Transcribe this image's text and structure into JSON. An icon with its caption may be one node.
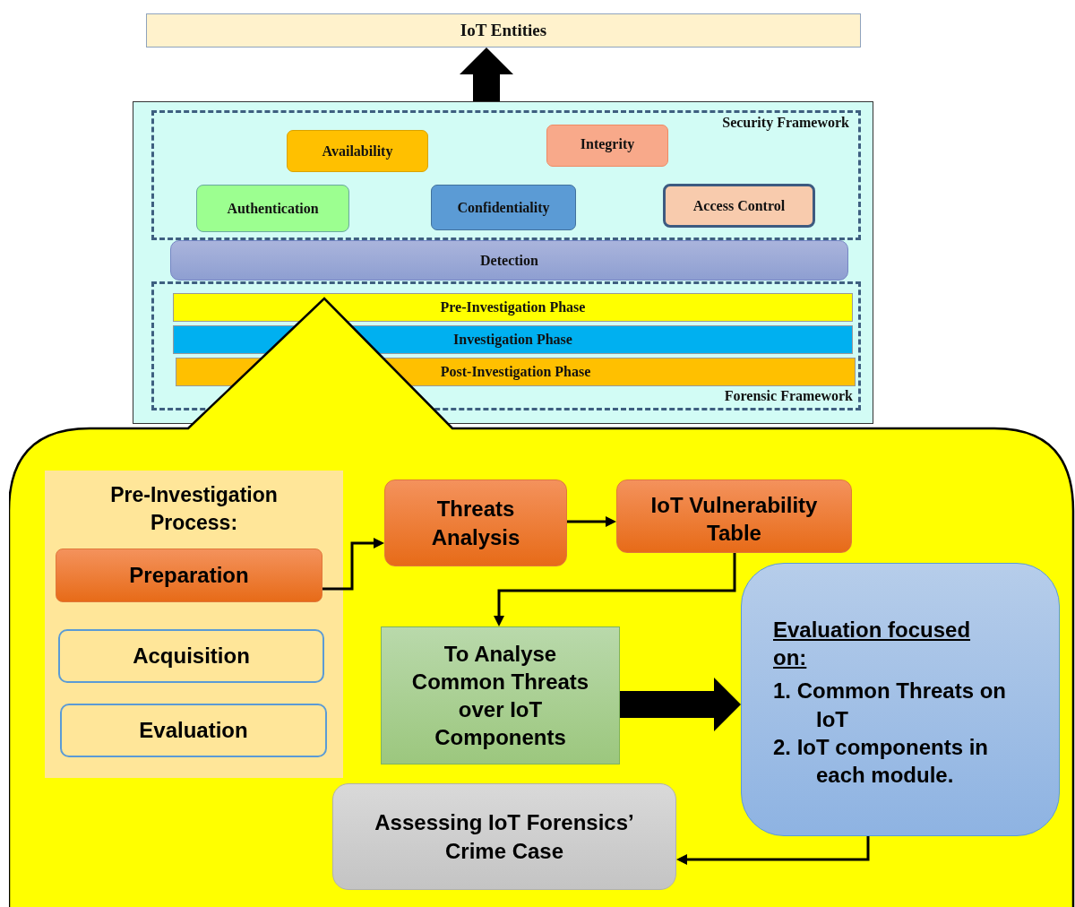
{
  "diagram": {
    "nodes": [
      {
        "text": [
          "IoT Entities"
        ]
      },
      {
        "text": [],
        "shape": "box"
      },
      {
        "text": [
          "Security Framework"
        ],
        "in": 1
      },
      {
        "text": [
          "Availability"
        ],
        "in": 2
      },
      {
        "text": [
          "Integrity"
        ],
        "in": 2
      },
      {
        "text": [
          "Authentication"
        ],
        "in": 2
      },
      {
        "text": [
          "Confidentiality"
        ],
        "in": 2
      },
      {
        "text": [
          "Access Control"
        ],
        "in": 2
      },
      {
        "text": [
          "Detection"
        ],
        "in": 1
      },
      {
        "text": [
          "Forensic Framework"
        ],
        "in": 1
      },
      {
        "text": [
          "Pre-Investigation Phase"
        ],
        "in": 9
      },
      {
        "text": [
          "Investigation Phase"
        ],
        "in": 9
      },
      {
        "text": [
          "Post-Investigation Phase"
        ],
        "in": 9
      },
      {
        "text": [],
        "shape": "callout"
      },
      {
        "text": [
          "Pre-Investigation Process:"
        ],
        "in": 13
      },
      {
        "text": [
          "Preparation"
        ],
        "in": 14
      },
      {
        "text": [
          "Acquisition"
        ],
        "in": 14
      },
      {
        "text": [
          "Evaluation"
        ],
        "in": 14
      },
      {
        "text": [
          "Threats Analysis"
        ],
        "in": 13
      },
      {
        "text": [
          "IoT Vulnerability Table"
        ],
        "in": 13
      },
      {
        "text": [
          "To Analyse Common Threats over IoT Components"
        ],
        "in": 13
      },
      {
        "text": [
          "Evaluation focused on:",
          "1. Common Threats on IoT",
          "2. IoT components in each module."
        ],
        "in": 13
      },
      {
        "text": [
          "Assessing IoT Forensics’ Crime Case"
        ],
        "in": 13
      }
    ],
    "edges": [
      {
        "from": 1,
        "to": 0,
        "arrow": "to",
        "style": "thick"
      },
      {
        "from": 15,
        "to": 18,
        "arrow": "to"
      },
      {
        "from": 18,
        "to": 19,
        "arrow": "to"
      },
      {
        "from": 19,
        "to": 20,
        "arrow": "to"
      },
      {
        "from": 20,
        "to": 21,
        "arrow": "to",
        "style": "thick"
      },
      {
        "from": 21,
        "to": 22,
        "arrow": "to"
      }
    ]
  }
}
